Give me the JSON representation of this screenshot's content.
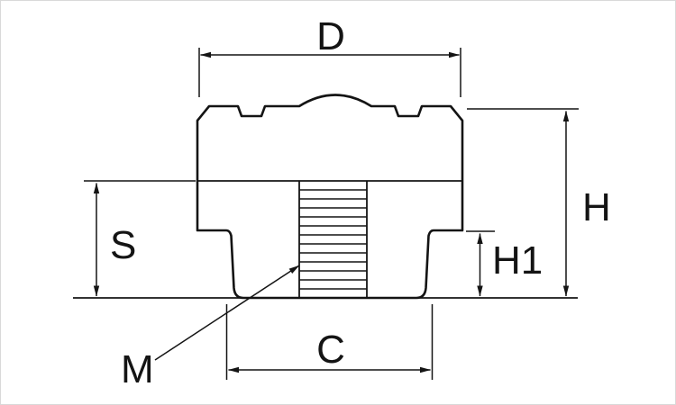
{
  "figure": {
    "type": "technical-dimension-drawing",
    "background_color": "#ffffff",
    "line_color": "#141414",
    "labels": {
      "diameter": "D",
      "overall_height": "H",
      "hub_height": "H1",
      "shoulder_height": "S",
      "hub_diameter": "C",
      "thread": "M"
    }
  }
}
